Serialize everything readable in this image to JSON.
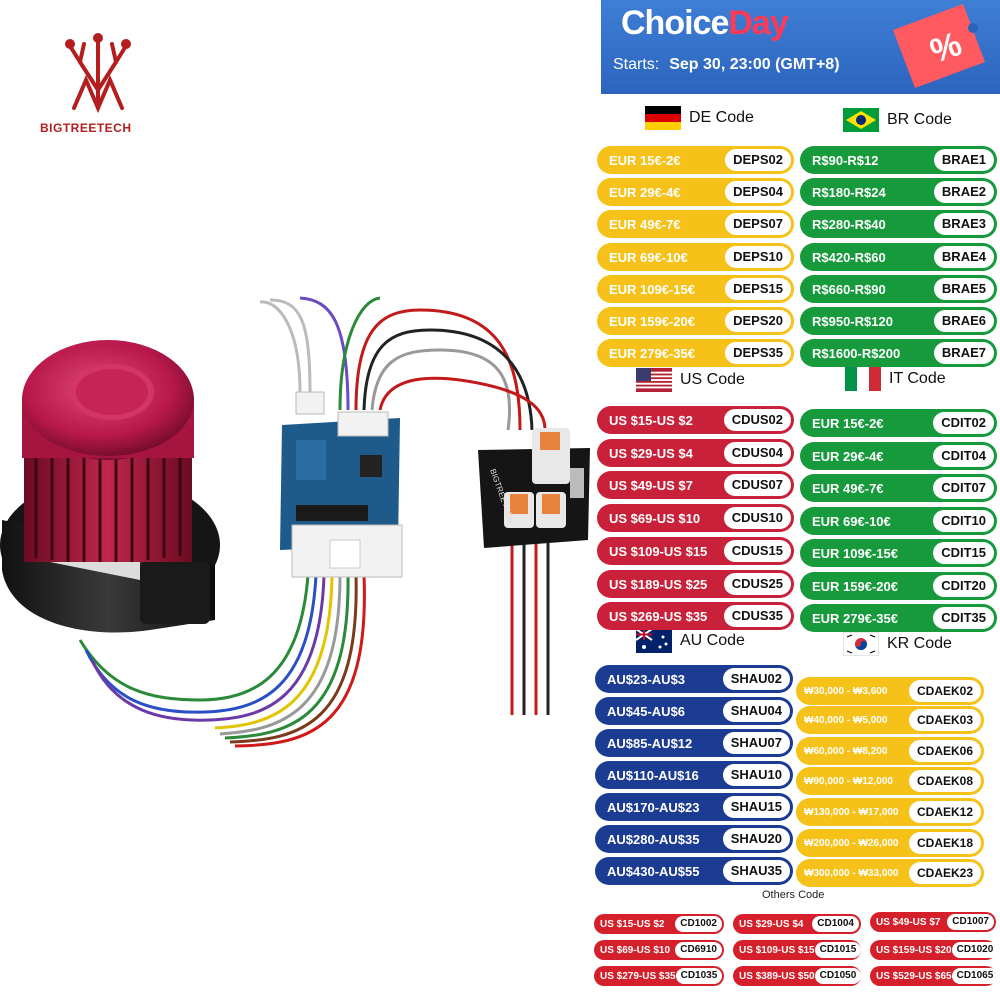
{
  "brand": {
    "name": "BIGTREETECH"
  },
  "banner": {
    "title_a": "Choice",
    "title_b": "Day",
    "starts_label": "Starts:",
    "starts_value": "Sep 30, 23:00 (GMT+8)",
    "tag_symbol": "%"
  },
  "product": {
    "board_text": "BIGTREETECH"
  },
  "sections": {
    "de": {
      "label": "DE Code",
      "flag": "flag-germany",
      "color": "#f6c21a",
      "coupons": [
        {
          "amount": "EUR 15€-2€",
          "code": "DEPS02"
        },
        {
          "amount": "EUR 29€-4€",
          "code": "DEPS04"
        },
        {
          "amount": "EUR 49€-7€",
          "code": "DEPS07"
        },
        {
          "amount": "EUR 69€-10€",
          "code": "DEPS10"
        },
        {
          "amount": "EUR 109€-15€",
          "code": "DEPS15"
        },
        {
          "amount": "EUR 159€-20€",
          "code": "DEPS20"
        },
        {
          "amount": "EUR 279€-35€",
          "code": "DEPS35"
        }
      ]
    },
    "br": {
      "label": "BR Code",
      "flag": "flag-brazil",
      "color": "#169a3c",
      "coupons": [
        {
          "amount": "R$90-R$12",
          "code": "BRAE1"
        },
        {
          "amount": "R$180-R$24",
          "code": "BRAE2"
        },
        {
          "amount": "R$280-R$40",
          "code": "BRAE3"
        },
        {
          "amount": "R$420-R$60",
          "code": "BRAE4"
        },
        {
          "amount": "R$660-R$90",
          "code": "BRAE5"
        },
        {
          "amount": "R$950-R$120",
          "code": "BRAE6"
        },
        {
          "amount": "R$1600-R$200",
          "code": "BRAE7"
        }
      ]
    },
    "us": {
      "label": "US Code",
      "flag": "flag-usa",
      "color": "#c9213a",
      "coupons": [
        {
          "amount": "US $15-US $2",
          "code": "CDUS02"
        },
        {
          "amount": "US $29-US $4",
          "code": "CDUS04"
        },
        {
          "amount": "US $49-US $7",
          "code": "CDUS07"
        },
        {
          "amount": "US $69-US $10",
          "code": "CDUS10"
        },
        {
          "amount": "US $109-US $15",
          "code": "CDUS15"
        },
        {
          "amount": "US $189-US $25",
          "code": "CDUS25"
        },
        {
          "amount": "US $269-US $35",
          "code": "CDUS35"
        }
      ]
    },
    "it": {
      "label": "IT Code",
      "flag": "flag-italy",
      "color": "#169a3c",
      "coupons": [
        {
          "amount": "EUR 15€-2€",
          "code": "CDIT02"
        },
        {
          "amount": "EUR 29€-4€",
          "code": "CDIT04"
        },
        {
          "amount": "EUR 49€-7€",
          "code": "CDIT07"
        },
        {
          "amount": "EUR 69€-10€",
          "code": "CDIT10"
        },
        {
          "amount": "EUR 109€-15€",
          "code": "CDIT15"
        },
        {
          "amount": "EUR 159€-20€",
          "code": "CDIT20"
        },
        {
          "amount": "EUR 279€-35€",
          "code": "CDIT35"
        }
      ]
    },
    "au": {
      "label": "AU Code",
      "flag": "flag-australia",
      "color": "#1c3c93",
      "coupons": [
        {
          "amount": "AU$23-AU$3",
          "code": "SHAU02"
        },
        {
          "amount": "AU$45-AU$6",
          "code": "SHAU04"
        },
        {
          "amount": "AU$85-AU$12",
          "code": "SHAU07"
        },
        {
          "amount": "AU$110-AU$16",
          "code": "SHAU10"
        },
        {
          "amount": "AU$170-AU$23",
          "code": "SHAU15"
        },
        {
          "amount": "AU$280-AU$35",
          "code": "SHAU20"
        },
        {
          "amount": "AU$430-AU$55",
          "code": "SHAU35"
        }
      ]
    },
    "kr": {
      "label": "KR Code",
      "flag": "flag-korea",
      "color": "#f6c21a",
      "coupons": [
        {
          "amount": "₩30,000 - ₩3,600",
          "code": "CDAEK02"
        },
        {
          "amount": "₩40,000 - ₩5,000",
          "code": "CDAEK03"
        },
        {
          "amount": "₩60,000 - ₩8,200",
          "code": "CDAEK06"
        },
        {
          "amount": "₩90,000 - ₩12,000",
          "code": "CDAEK08"
        },
        {
          "amount": "₩130,000 - ₩17,000",
          "code": "CDAEK12"
        },
        {
          "amount": "₩200,000 - ₩26,000",
          "code": "CDAEK18"
        },
        {
          "amount": "₩300,000 - ₩33,000",
          "code": "CDAEK23"
        }
      ]
    }
  },
  "others": {
    "label": "Others Code",
    "color": "#d51f2a",
    "coupons": [
      {
        "amount": "US $15-US $2",
        "code": "CD1002"
      },
      {
        "amount": "US $29-US $4",
        "code": "CD1004"
      },
      {
        "amount": "US $49-US $7",
        "code": "CD1007"
      },
      {
        "amount": "US $69-US $10",
        "code": "CD6910"
      },
      {
        "amount": "US $109-US $15",
        "code": "CD1015"
      },
      {
        "amount": "US $159-US $20",
        "code": "CD1020"
      },
      {
        "amount": "US $279-US $35",
        "code": "CD1035"
      },
      {
        "amount": "US $389-US $50",
        "code": "CD1050"
      },
      {
        "amount": "US $529-US $65",
        "code": "CD1065"
      }
    ]
  }
}
